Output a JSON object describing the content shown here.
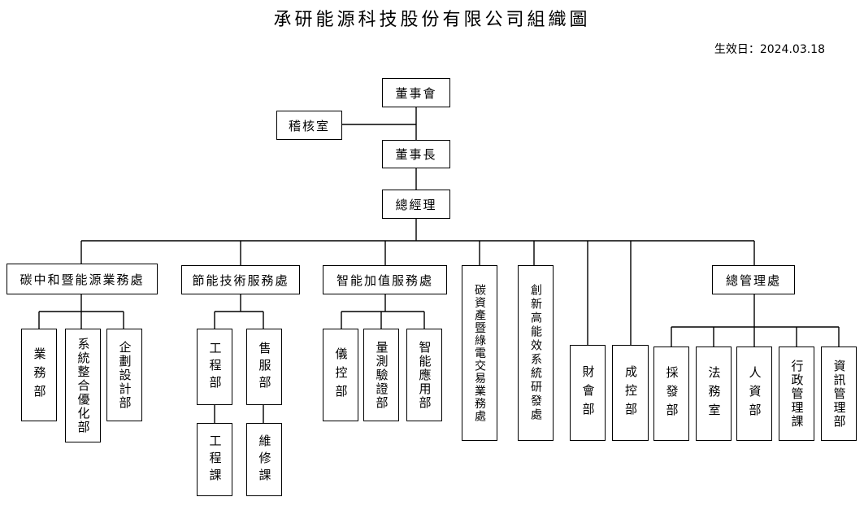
{
  "title": "承研能源科技股份有限公司組織圖",
  "effective_label": "生效日：",
  "effective_date": "2024.03.18",
  "units": {
    "board": "董事會",
    "audit": "稽核室",
    "chairman": "董事長",
    "gm": "總經理",
    "carbon_neutral": "碳中和暨能源業務處",
    "energy_saving": "節能技術服務處",
    "smart_value": "智能加值服務處",
    "carbon_asset": "碳資產暨綠電交易業務處",
    "innovation": "創新高能效系統研發處",
    "finance": "財會部",
    "cost_control": "成控部",
    "admin": "總管理處",
    "sales": "業務部",
    "system_opt": "系統整合優化部",
    "planning": "企劃設計部",
    "engineering_dept": "工程部",
    "engineering_sec": "工程課",
    "after_sales": "售服部",
    "maintenance": "維修課",
    "instrument": "儀控部",
    "measurement": "量測驗證部",
    "smart_app": "智能應用部",
    "procurement": "採發部",
    "legal": "法務室",
    "hr": "人資部",
    "admin_mgmt": "行政管理課",
    "it_mgmt": "資訊管理部"
  }
}
